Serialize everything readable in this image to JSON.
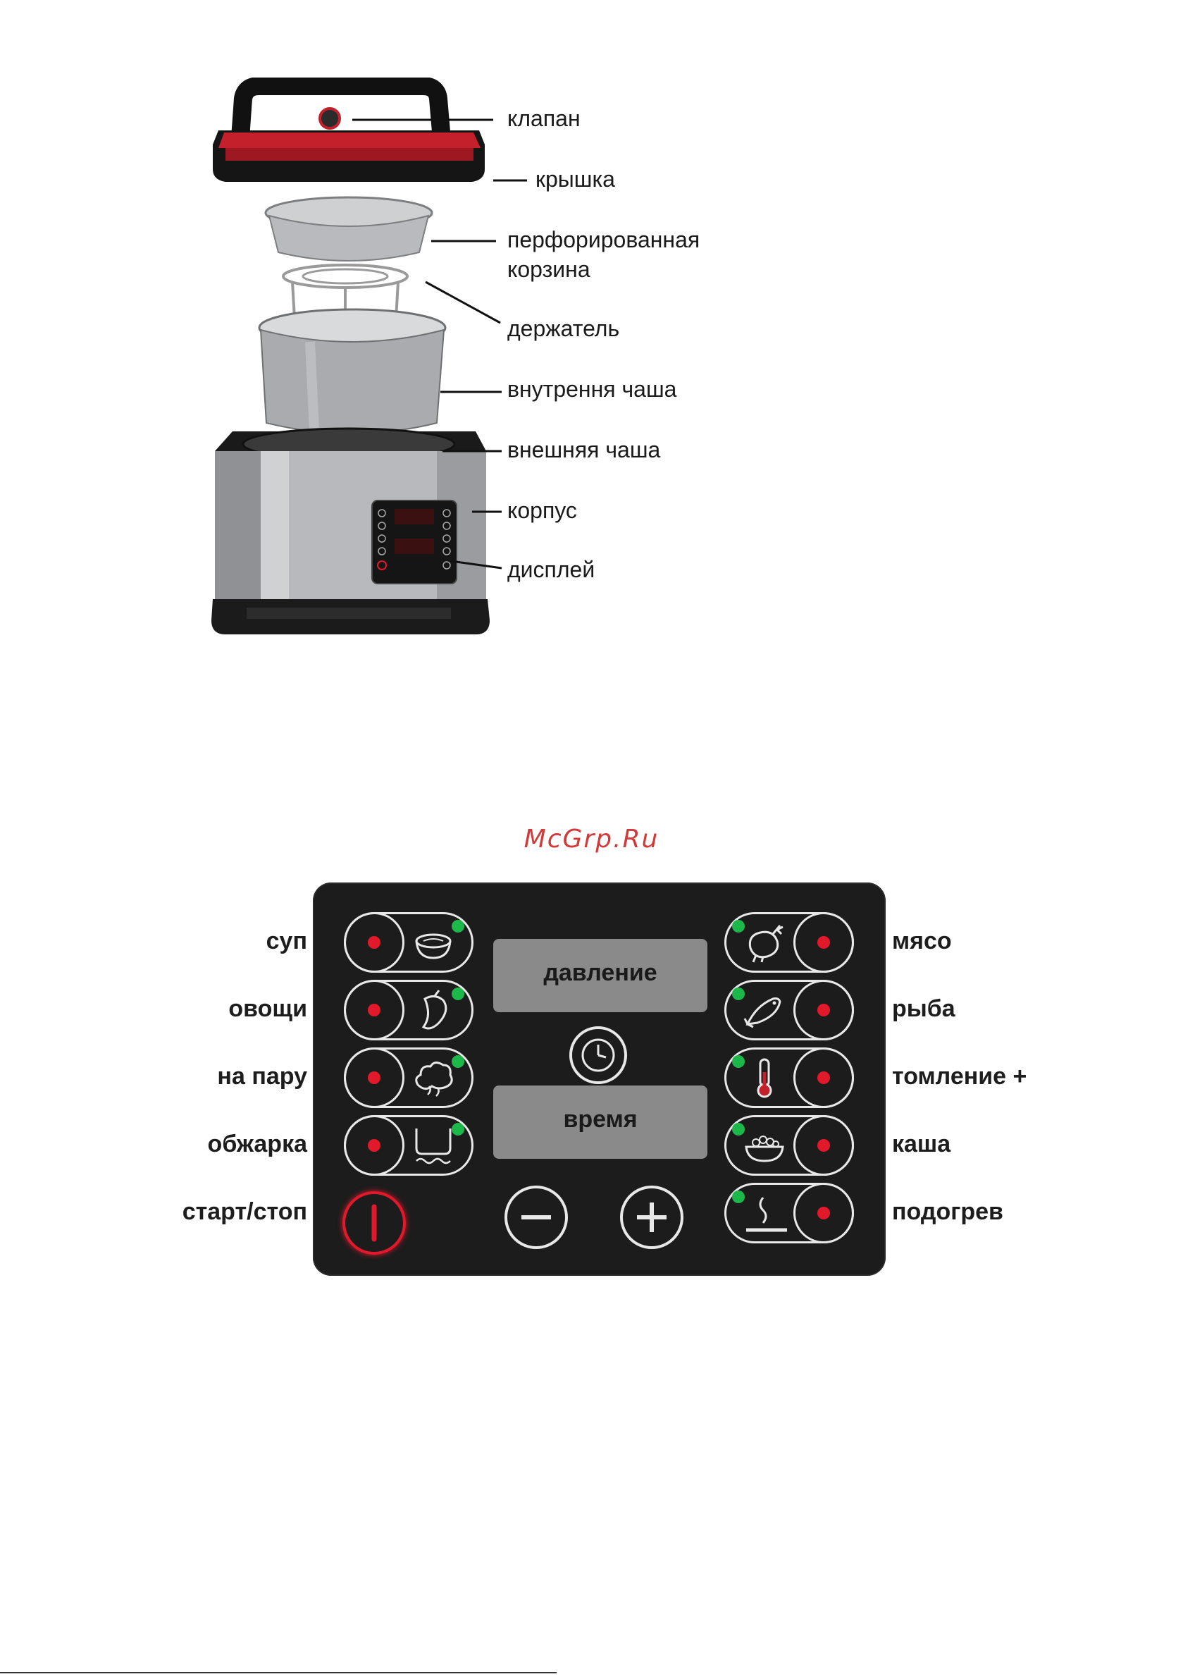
{
  "diagram": {
    "parts": [
      {
        "id": "valve",
        "label": "клапан"
      },
      {
        "id": "lid",
        "label": "крышка"
      },
      {
        "id": "basket",
        "label": "перфорированная\nкорзина"
      },
      {
        "id": "holder",
        "label": "держатель"
      },
      {
        "id": "inner_bowl",
        "label": "внутрення чаша"
      },
      {
        "id": "outer_bowl",
        "label": "внешняя чаша"
      },
      {
        "id": "body",
        "label": "корпус"
      },
      {
        "id": "display",
        "label": "дисплей"
      }
    ]
  },
  "watermark": "McGrp.Ru",
  "control_panel": {
    "left_buttons": [
      {
        "label": "суп",
        "icon": "soup-bowl-icon"
      },
      {
        "label": "овощи",
        "icon": "pepper-icon"
      },
      {
        "label": "на пару",
        "icon": "steam-cloud-icon"
      },
      {
        "label": "обжарка",
        "icon": "frying-pan-icon"
      }
    ],
    "right_buttons": [
      {
        "label": "мясо",
        "icon": "chicken-icon"
      },
      {
        "label": "рыба",
        "icon": "fish-icon"
      },
      {
        "label": "томление +",
        "icon": "thermometer-icon"
      },
      {
        "label": "каша",
        "icon": "porridge-bowl-icon"
      },
      {
        "label": "подогрев",
        "icon": "warming-plate-icon"
      }
    ],
    "start_stop_label": "старт/стоп",
    "display_pressure": "давление",
    "display_time": "время",
    "colors": {
      "led_red": "#e2182b",
      "led_green": "#1db84a",
      "panel": "#1c1c1c",
      "display": "#8a8a8a"
    }
  }
}
